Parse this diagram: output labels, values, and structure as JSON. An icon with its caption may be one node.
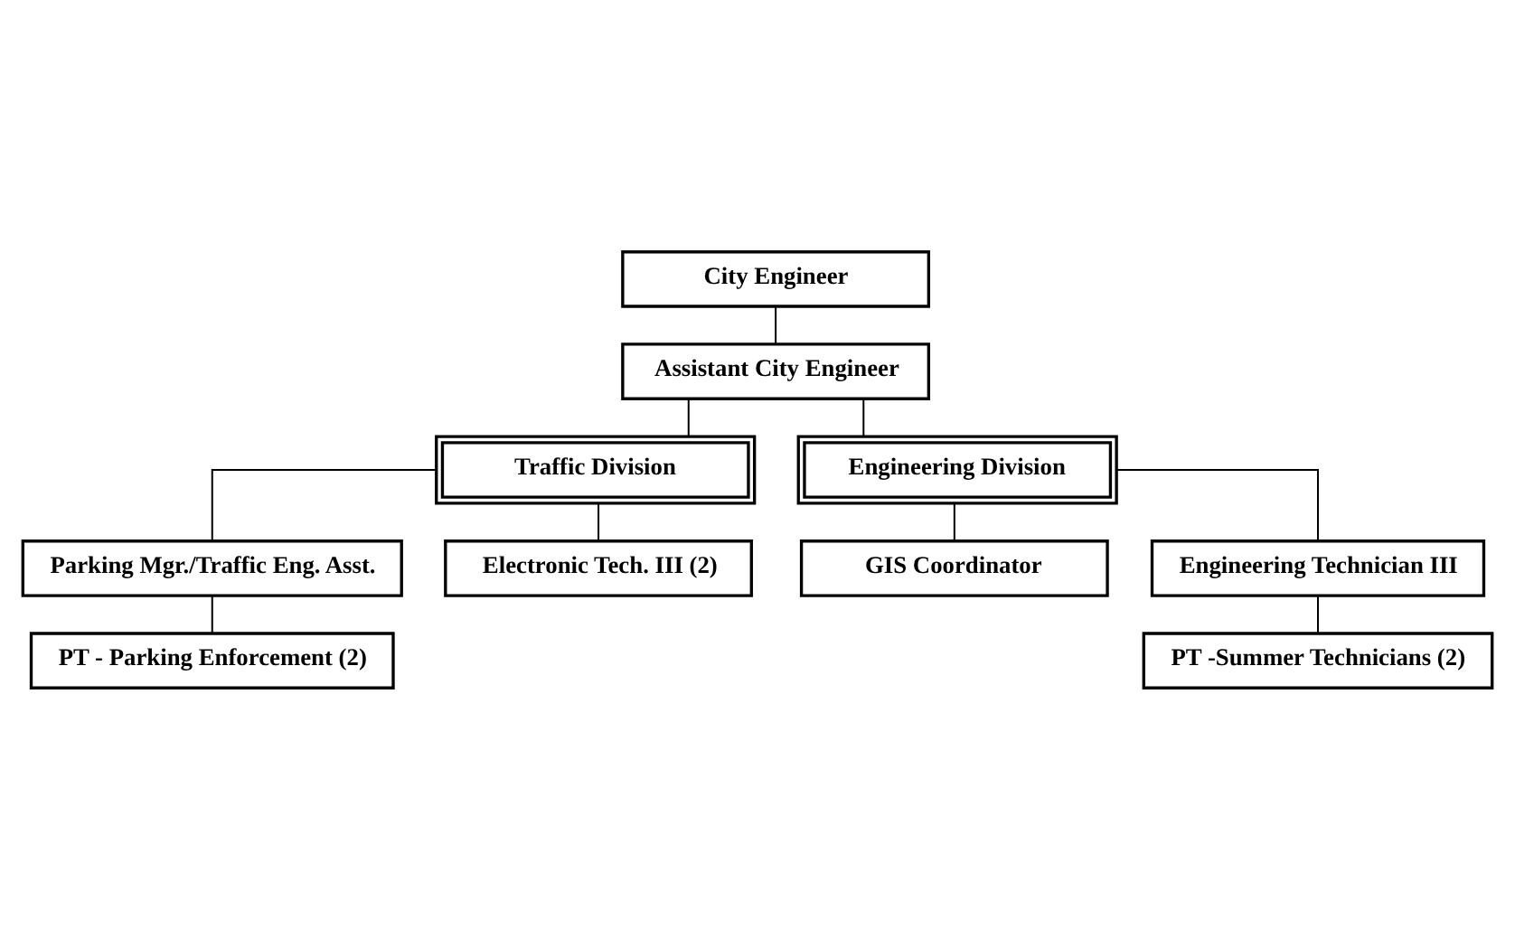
{
  "diagram": {
    "nodes": [
      {
        "text": [
          "City Engineer"
        ]
      },
      {
        "text": [
          "Assistant City Engineer"
        ]
      },
      {
        "text": [
          "Traffic Division"
        ]
      },
      {
        "text": [
          "Engineering Division"
        ]
      },
      {
        "text": [
          "Parking Mgr./Traffic Eng. Asst."
        ]
      },
      {
        "text": [
          "PT - Parking Enforcement (2)"
        ]
      },
      {
        "text": [
          "Electronic Tech. III (2)"
        ]
      },
      {
        "text": [
          "GIS Coordinator"
        ]
      },
      {
        "text": [
          "Engineering Technician III"
        ]
      },
      {
        "text": [
          "PT -Summer Technicians (2)"
        ]
      }
    ],
    "edges": [
      {
        "from": 0,
        "to": 1,
        "arrow": "none"
      },
      {
        "from": 1,
        "to": 2,
        "arrow": "none"
      },
      {
        "from": 1,
        "to": 3,
        "arrow": "none"
      },
      {
        "from": 2,
        "to": 4,
        "arrow": "none"
      },
      {
        "from": 4,
        "to": 5,
        "arrow": "none"
      },
      {
        "from": 2,
        "to": 6,
        "arrow": "none"
      },
      {
        "from": 3,
        "to": 7,
        "arrow": "none"
      },
      {
        "from": 3,
        "to": 8,
        "arrow": "none"
      },
      {
        "from": 8,
        "to": 9,
        "arrow": "none"
      }
    ]
  }
}
